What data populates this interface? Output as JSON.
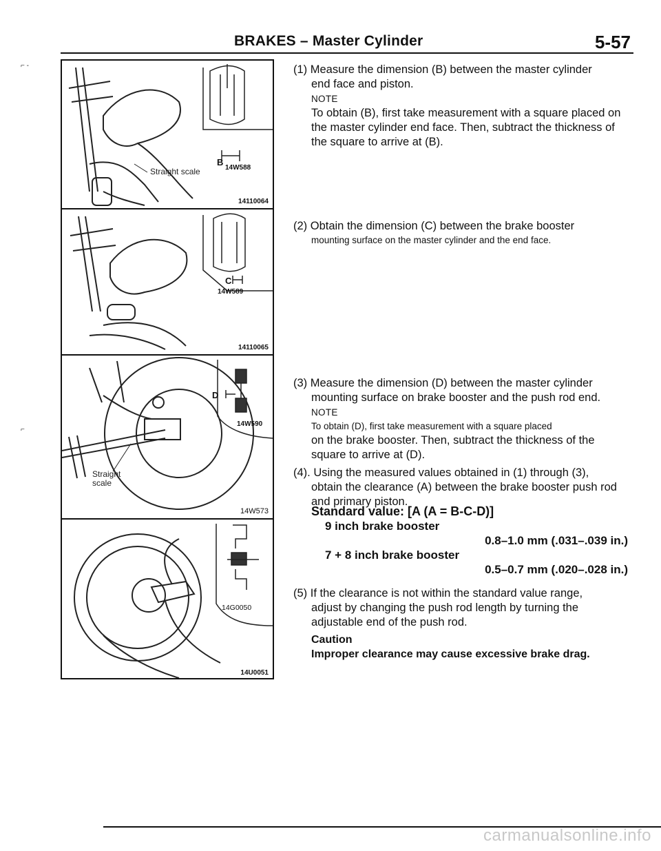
{
  "header": {
    "title": "BRAKES – Master Cylinder",
    "page_number": "5-57"
  },
  "figures": [
    {
      "label": "Straight scale",
      "inset_code": "14W588",
      "inset_letter": "B",
      "figure_id": "14110064"
    },
    {
      "inset_code": "14W589",
      "inset_letter": "C",
      "figure_id": "14110065"
    },
    {
      "label": "Straight scale",
      "inset_code": "14W590",
      "inset_letter": "D",
      "figure_id": "14W573"
    },
    {
      "inset_code": "14G0050",
      "figure_id": "14U0051"
    }
  ],
  "steps": {
    "s1": {
      "lead": "(1) Measure the dimension (B) between the master cylinder",
      "cont": "end face and piston.",
      "note_label": "NOTE",
      "note_text": "To obtain (B), first take measurement with a square placed on the master cylinder end face. Then, subtract the thickness of the square to arrive at (B)."
    },
    "s2": {
      "lead": "(2) Obtain the dimension (C) between the brake booster",
      "cont": "mounting surface on the master cylinder and the end face."
    },
    "s3": {
      "lead": "(3) Measure the dimension (D) between the master cylinder",
      "cont": "mounting surface on brake booster and the push rod end.",
      "note_label": "NOTE",
      "note_line1": "To obtain (D), first take measurement with a square placed",
      "note_rest": "on the brake booster. Then, subtract the thickness of the square to arrive at (D)."
    },
    "s4": {
      "lead": "(4). Using the measured values obtained in (1) through (3),",
      "cont": "obtain the clearance (A) between the brake booster push rod and primary piston."
    },
    "standard": {
      "heading": "Standard value: [A (A = B-C-D)]",
      "item1_label": "9 inch brake booster",
      "item1_value": "0.8–1.0 mm (.031–.039 in.)",
      "item2_label": "7 + 8 inch brake booster",
      "item2_value": "0.5–0.7 mm (.020–.028 in.)"
    },
    "s5": {
      "lead": "(5) If the clearance is not within the standard value range,",
      "cont": "adjust by changing the push rod length by turning the adjustable end of the push rod.",
      "caution_label": "Caution",
      "caution_text": "Improper clearance may cause excessive brake drag."
    }
  },
  "watermark": "carmanualsonline.info"
}
